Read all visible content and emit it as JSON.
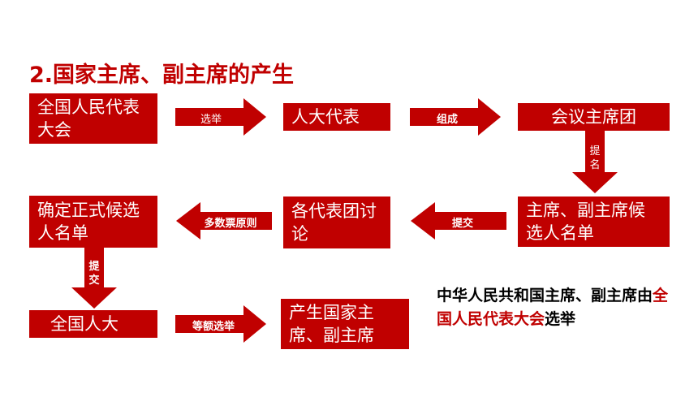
{
  "title": "2.国家主席、副主席的产生",
  "boxes": {
    "npc_full": "全国人民代表大会",
    "deputies": "人大代表",
    "presidium": "会议主席团",
    "candidates": "主席、副主席候选人名单",
    "delegations": "各代表团讨论",
    "formal": "确定正式候选人名单",
    "npc": "全国人大",
    "result": "产生国家主席、副主席"
  },
  "arrows": {
    "a1": "选举",
    "a2": "组成",
    "a3": "提名",
    "a4": "提交",
    "a5": "多数票原则",
    "a6": "提交",
    "a7": "等额选举"
  },
  "note": {
    "part1": "中华人民共和国主席、副主席由",
    "highlight": "全国人民代表大会",
    "part2": "选举"
  },
  "colors": {
    "accent": "#c00000"
  }
}
